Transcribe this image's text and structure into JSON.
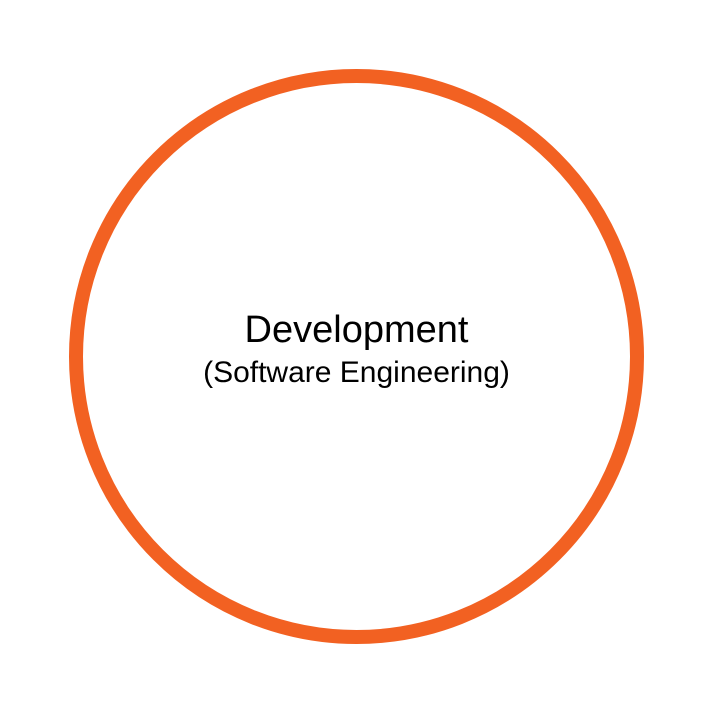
{
  "diagram": {
    "node": {
      "title": "Development",
      "subtitle": "(Software Engineering)",
      "ring_color": "#f26122",
      "shape": "circle"
    }
  }
}
